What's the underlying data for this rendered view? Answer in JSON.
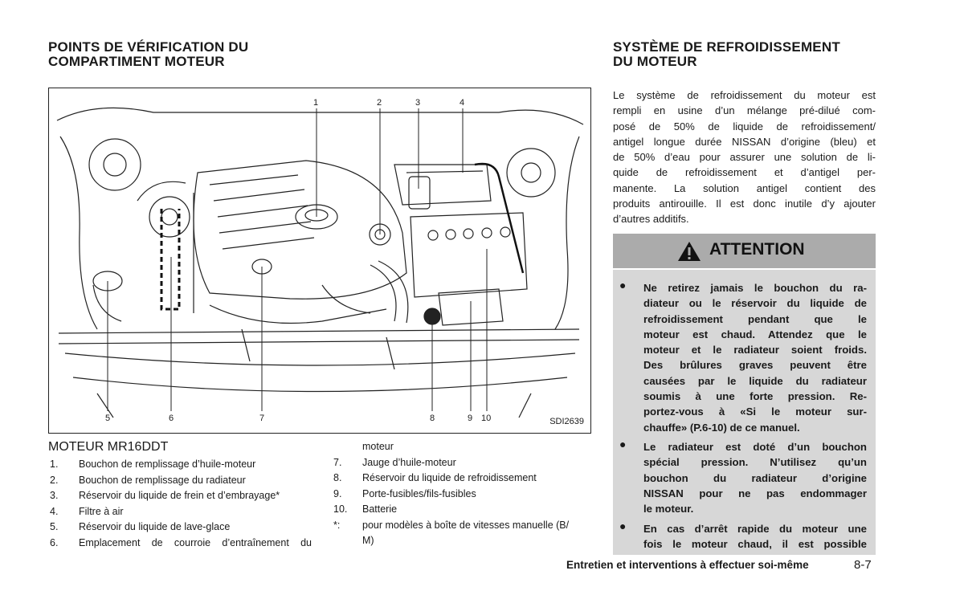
{
  "left": {
    "heading_line1": "POINTS DE VÉRIFICATION DU",
    "heading_line2": "COMPARTIMENT MOTEUR",
    "figure": {
      "id": "SDI2639",
      "callouts_top": [
        "1",
        "2",
        "3",
        "4"
      ],
      "callouts_bottom": [
        "5",
        "6",
        "7",
        "8",
        "9",
        "10"
      ]
    },
    "engine_title": "MOTEUR MR16DDT",
    "list_col1": [
      {
        "num": "1.",
        "text": "Bouchon de remplissage d’huile-moteur"
      },
      {
        "num": "2.",
        "text": "Bouchon de remplissage du radiateur"
      },
      {
        "num": "3.",
        "text": "Réservoir du liquide de frein et d’embrayage*"
      },
      {
        "num": "4.",
        "text": "Filtre à air"
      },
      {
        "num": "5.",
        "text": "Réservoir du liquide de lave-glace"
      },
      {
        "num": "6.",
        "text": "Emplacement de courroie d’entraînement du"
      }
    ],
    "list_col2_cont": "moteur",
    "list_col2": [
      {
        "num": "7.",
        "text": "Jauge d’huile-moteur"
      },
      {
        "num": "8.",
        "text": "Réservoir du liquide de refroidissement"
      },
      {
        "num": "9.",
        "text": "Porte-fusibles/fils-fusibles"
      },
      {
        "num": "10.",
        "text": "Batterie"
      },
      {
        "num": "*:",
        "text": "pour modèles à boîte de vitesses manuelle (B/"
      }
    ],
    "list_col2_last": "M)"
  },
  "right": {
    "heading_line1": "SYSTÈME DE REFROIDISSEMENT",
    "heading_line2": "DU MOTEUR",
    "paragraph_lines": [
      "Le système de refroidissement du moteur est",
      "rempli en usine d’un mélange pré-dilué com-",
      "posé de 50% de liquide de refroidissement/",
      "antigel longue durée NISSAN d’origine (bleu) et",
      "de 50% d’eau pour assurer une solution de li-",
      "quide de refroidissement et d’antigel per-",
      "manente. La solution antigel contient des",
      "produits antirouille. Il est donc inutile d’y ajouter",
      "d’autres additifs."
    ],
    "warning": {
      "title": "ATTENTION",
      "bullet1": [
        "Ne retirez jamais le bouchon du ra-",
        "diateur ou le réservoir du liquide de",
        "refroidissement pendant que le",
        "moteur est chaud. Attendez que le",
        "moteur et le radiateur soient froids.",
        "Des brûlures graves peuvent être",
        "causées par le liquide du radiateur",
        "soumis à une forte pression. Re-",
        "portez-vous à «Si le moteur sur-",
        "chauffe» (P.6-10) de ce manuel."
      ],
      "bullet2": [
        "Le radiateur est doté d’un bouchon",
        "spécial pression. N’utilisez qu’un",
        "bouchon du radiateur d’origine",
        "NISSAN pour ne pas endommager",
        "le moteur."
      ],
      "bullet3": [
        "En cas d’arrêt rapide du moteur une",
        "fois le moteur chaud, il est possible"
      ]
    }
  },
  "footer": {
    "section": "Entretien et interventions à effectuer soi-même",
    "page": "8-7"
  }
}
